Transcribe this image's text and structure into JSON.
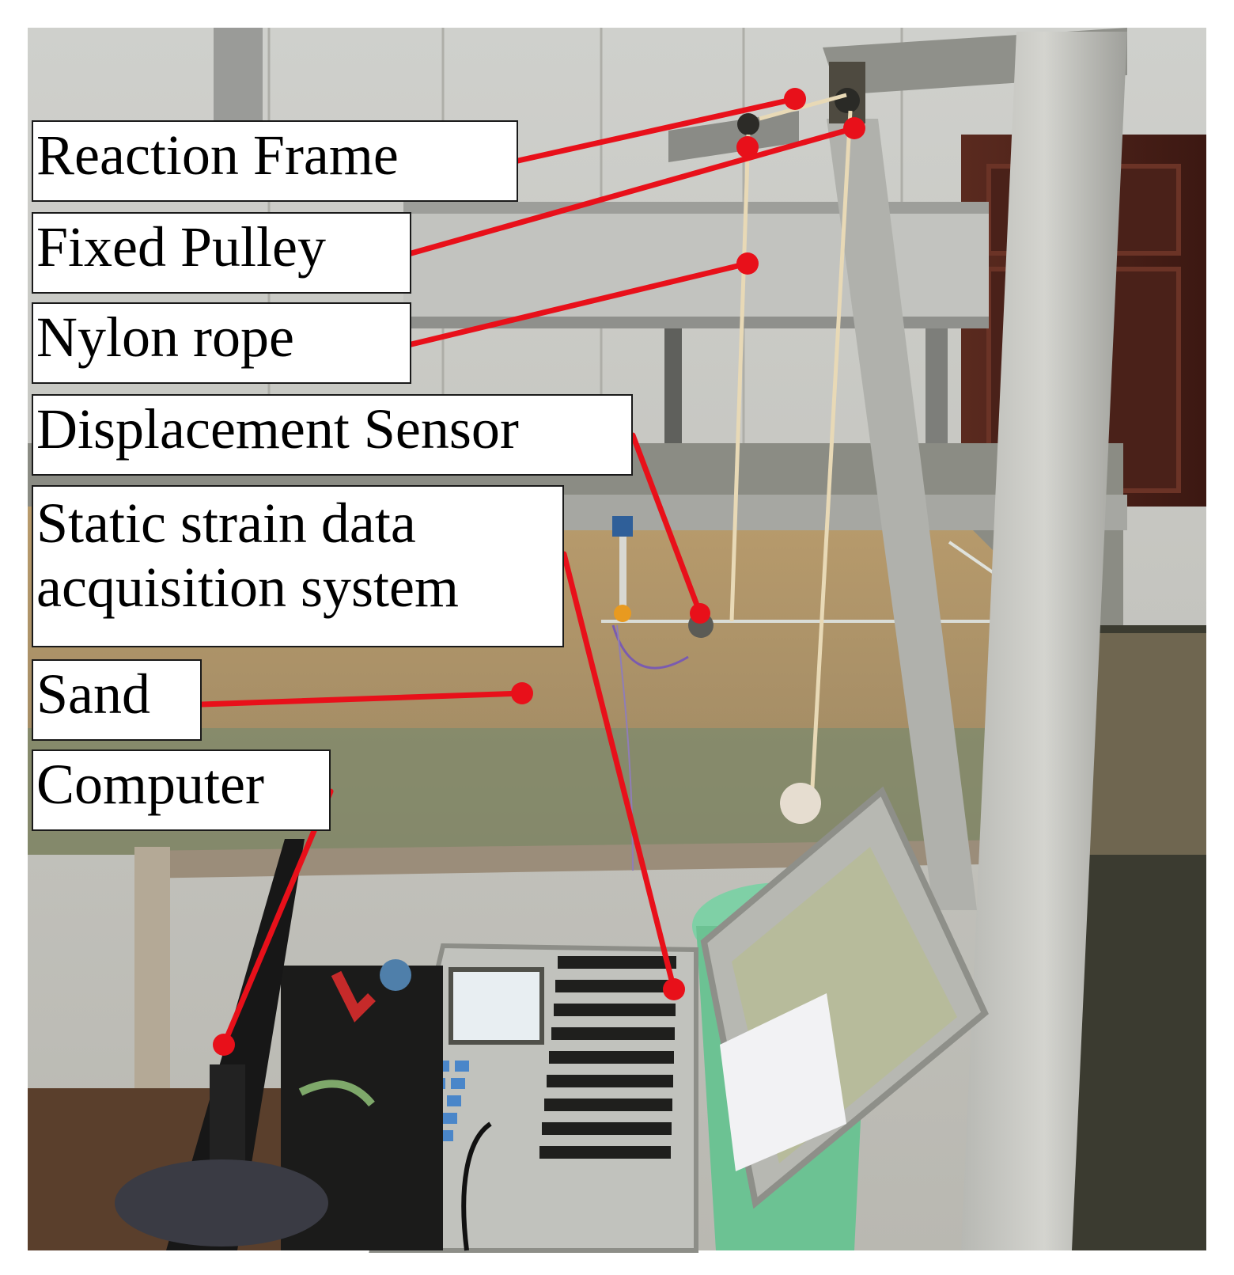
{
  "figure": {
    "labels": {
      "reaction_frame": "Reaction Frame",
      "fixed_pulley": "Fixed Pulley",
      "nylon_rope": "Nylon rope",
      "displacement_sensor": "Displacement Sensor",
      "data_acquisition_line1": "Static strain data",
      "data_acquisition_line2": "acquisition system",
      "sand": "Sand",
      "computer": "Computer"
    },
    "colors": {
      "leader_line": "#e8101a",
      "label_border": "#1a1a1a",
      "label_background": "#ffffff"
    }
  }
}
